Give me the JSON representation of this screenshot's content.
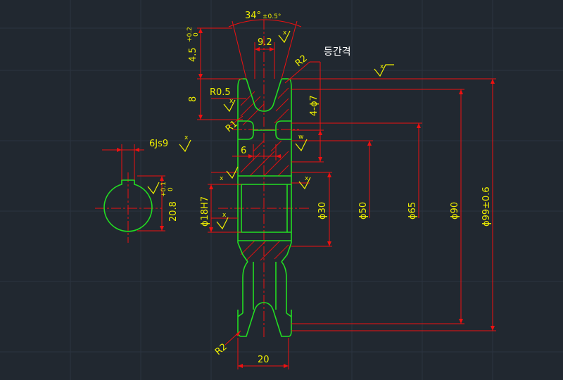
{
  "colors": {
    "background": "#212830",
    "grid": "#2c3440",
    "outline": "#22dd22",
    "dimension": "#ee1111",
    "text": "#f0f000",
    "symbol": "#f0f000",
    "center": "#ee1111",
    "hatch": "#dd1111"
  },
  "labels": {
    "angle": "34°",
    "angle_tol": "±0.5°",
    "groove_top_width": "9.2",
    "height_45": "4.5",
    "tol_45_upper": "+0.2",
    "tol_45_lower": "0",
    "height_8": "8",
    "r05": "R0.5",
    "r2_top": "R2",
    "r1": "R1",
    "r2_bottom": "R2",
    "holes": "4-ϕ7",
    "equal_spacing": "등간격",
    "hub_width": "6",
    "keyway_width": "6Js9",
    "keyway_depth": "20.8",
    "tol_208_upper": "+0.1",
    "tol_208_lower": "0",
    "bore": "ϕ18H7",
    "d30": "ϕ30",
    "d50": "ϕ50",
    "d65": "ϕ65",
    "d90": "ϕ90",
    "d99": "ϕ99±0.6",
    "width_20": "20"
  },
  "symbols": {
    "surface_x": "x",
    "surface_w": "w"
  }
}
